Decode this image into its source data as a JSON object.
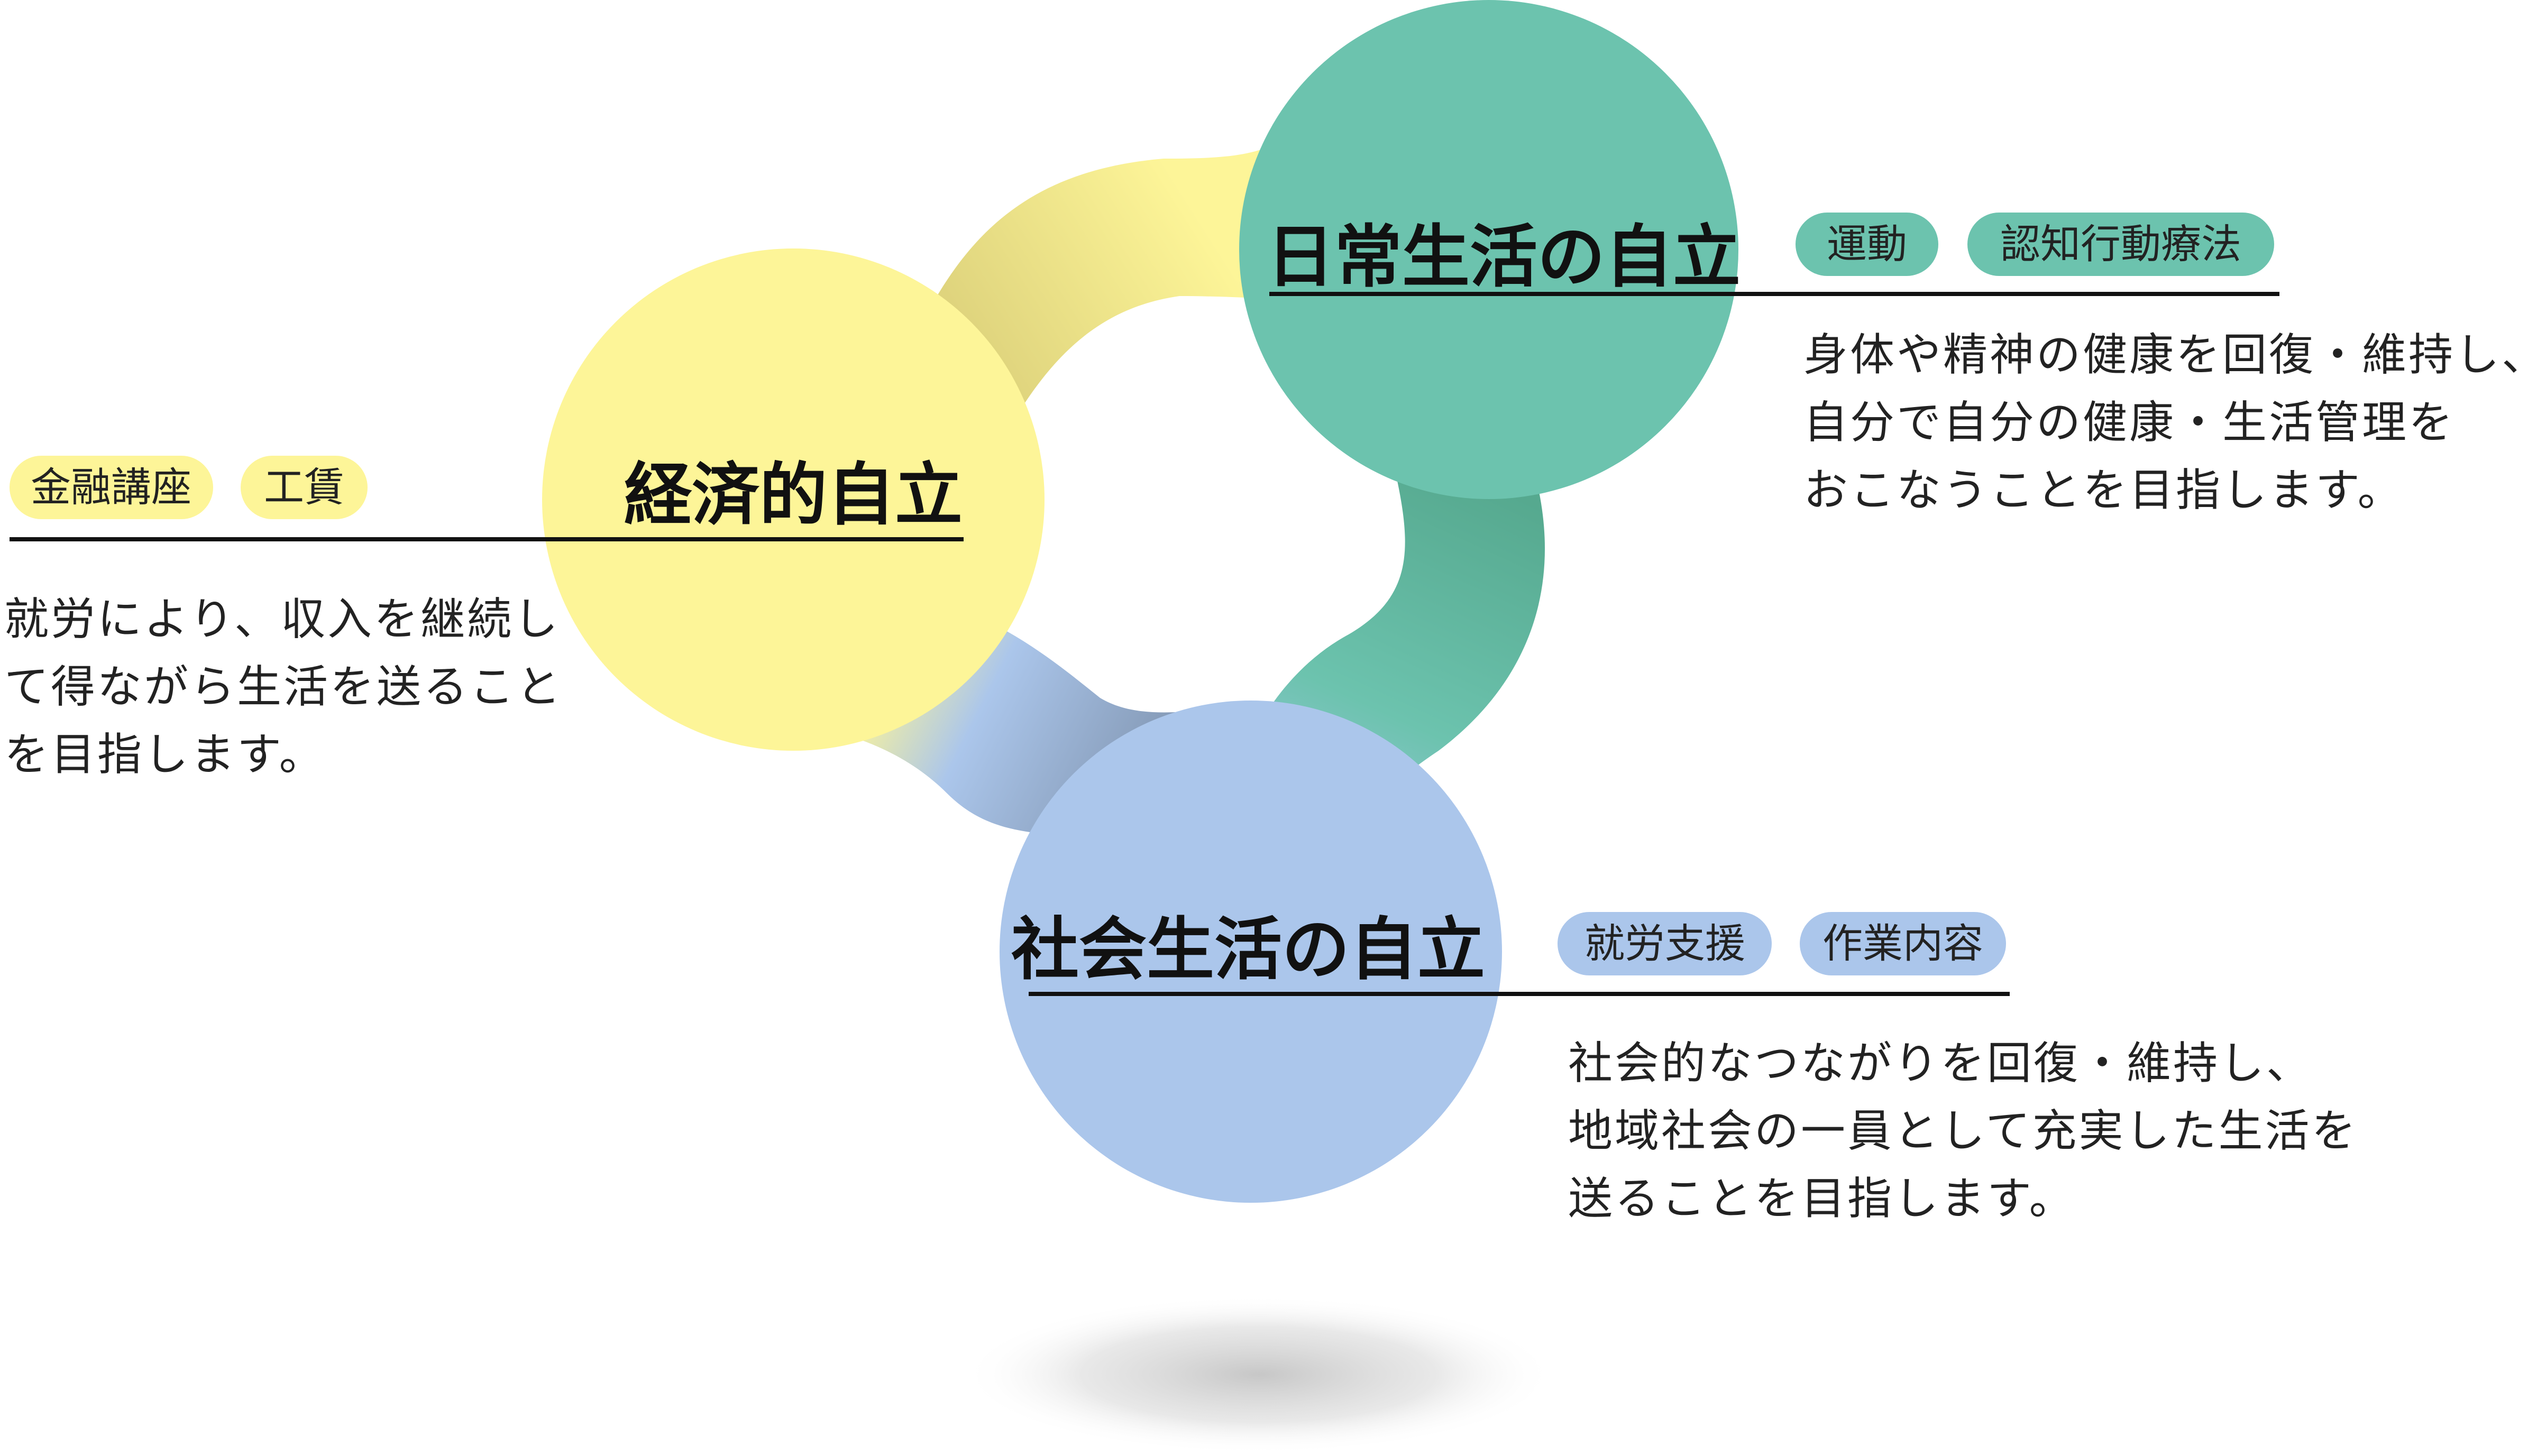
{
  "colors": {
    "green": "#6cc3ae",
    "yellow": "#fdf598",
    "blue": "#abc6eb",
    "green_connector_dark": "#56a98f",
    "yellow_connector_dark": "#ddd27c",
    "blue_connector_dark": "#8194af",
    "line": "#111111"
  },
  "nodes": {
    "daily": {
      "title": "日常生活の自立",
      "tags": [
        "運動",
        "認知行動療法"
      ],
      "description": [
        "身体や精神の健康を回復・維持し、",
        "自分で自分の健康・生活管理を",
        "おこなうことを目指します。"
      ]
    },
    "economic": {
      "title": "経済的自立",
      "tags": [
        "金融講座",
        "工賃"
      ],
      "description": [
        "就労により、収入を継続し",
        "て得ながら生活を送ること",
        "を目指します。"
      ]
    },
    "social": {
      "title": "社会生活の自立",
      "tags": [
        "就労支援",
        "作業内容"
      ],
      "description": [
        "社会的なつながりを回復・維持し、",
        "地域社会の一員として充実した生活を",
        "送ることを目指します。"
      ]
    }
  }
}
